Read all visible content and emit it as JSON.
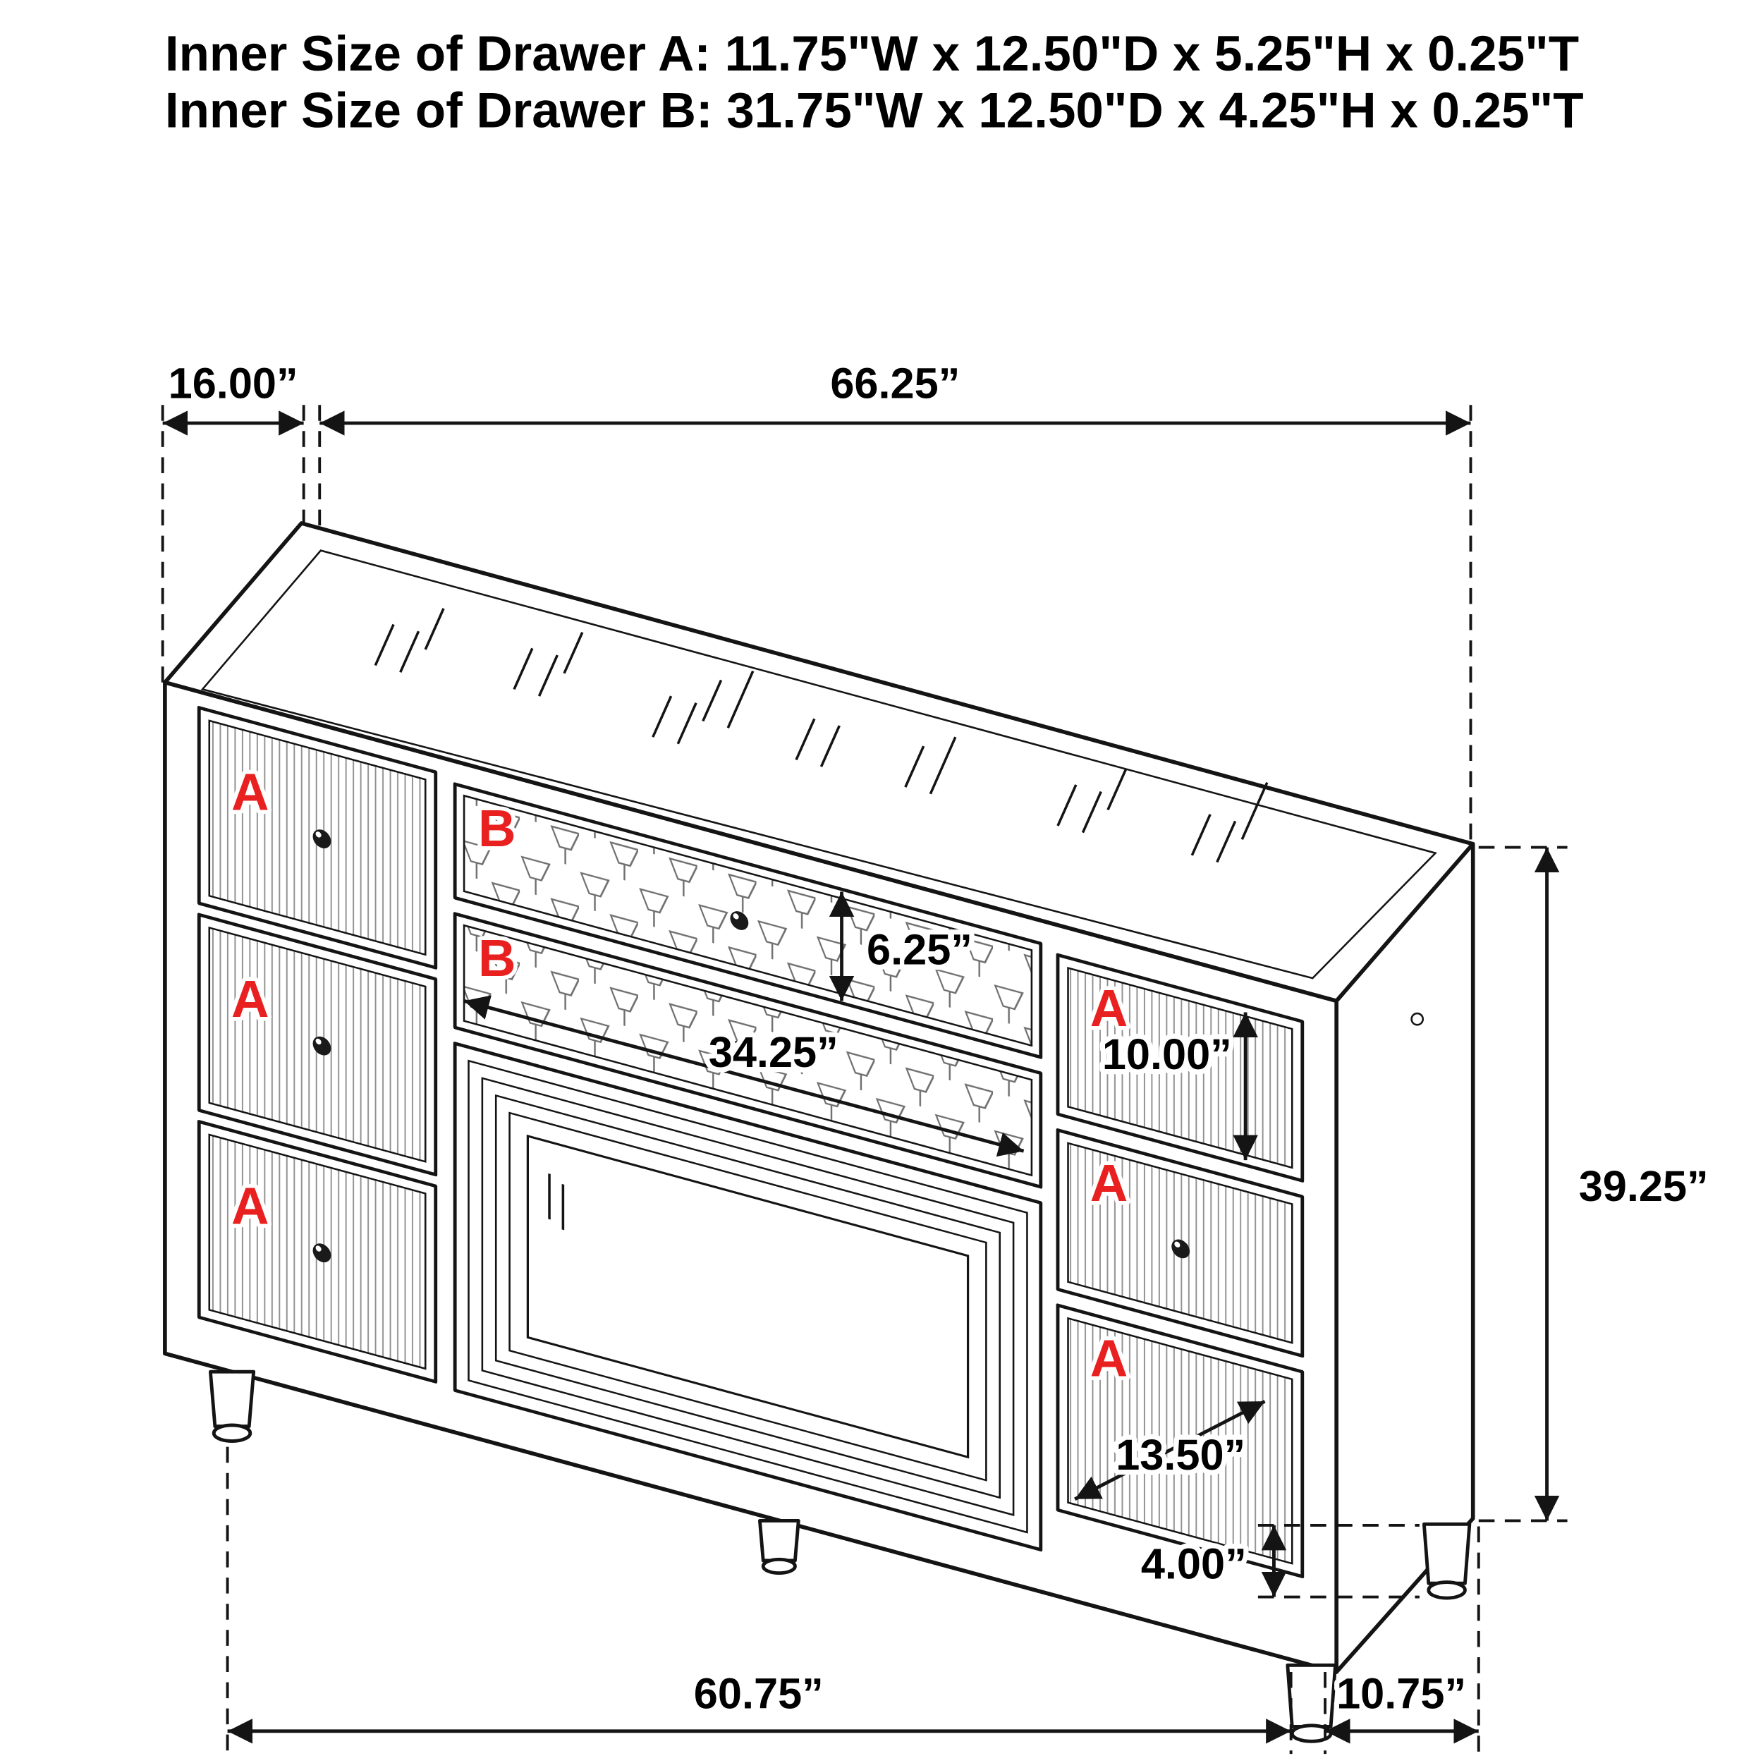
{
  "header": {
    "line1": "Inner Size of Drawer A: 11.75\"W x 12.50\"D x 5.25\"H x 0.25\"T",
    "line2": "Inner Size of Drawer B: 31.75\"W x 12.50\"D x 4.25\"H x 0.25\"T"
  },
  "dimensions": {
    "left_depth": "16.00”",
    "total_width": "66.25”",
    "drawer_b_height": "6.25”",
    "drawer_b_width": "34.25”",
    "right_top_drawer_height": "10.00”",
    "total_height": "39.25”",
    "right_bottom_drawer_height": "13.50”",
    "leg_height": "4.00”",
    "front_width": "60.75”",
    "side_depth": "10.75”"
  },
  "drawer_labels": {
    "left": [
      "A",
      "A",
      "A"
    ],
    "middle": [
      "B",
      "B"
    ],
    "right": [
      "A",
      "A",
      "A"
    ]
  },
  "colors": {
    "label_red": "#e8201f",
    "line_black": "#141414",
    "background": "#ffffff"
  }
}
